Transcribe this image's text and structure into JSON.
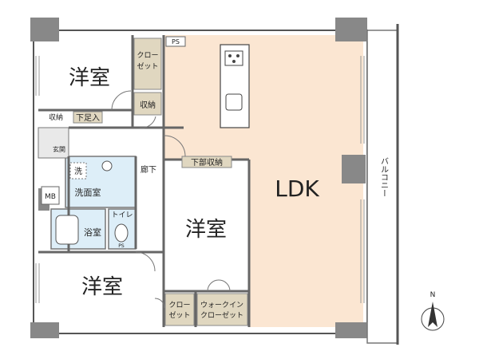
{
  "rooms": {
    "western_room_top": "洋室",
    "western_room_center": "洋室",
    "western_room_bottom": "洋室",
    "ldk": "LDK",
    "washroom": "洗面室",
    "bathroom": "浴室",
    "toilet": "トイレ",
    "corridor": "廊下",
    "entrance": "玄関"
  },
  "storage": {
    "closet_top_line1": "クロー",
    "closet_top_line2": "ゼット",
    "storage_right": "収納",
    "storage_left": "収納",
    "shoe_box": "下足入",
    "under_storage": "下部収納",
    "closet_bottom_line1": "クロー",
    "closet_bottom_line2": "ゼット",
    "walkin_line1": "ウォークイン",
    "walkin_line2": "クローゼット"
  },
  "fixtures": {
    "ps_top": "PS",
    "ps_small": "PS",
    "mb": "MB",
    "washer": "洗"
  },
  "balcony": {
    "label": "バルコニー"
  },
  "compass": {
    "north": "N"
  },
  "colors": {
    "ldk_floor": "#fbe6d2",
    "room_floor": "#ffffff",
    "wet_floor": "#ddeef8",
    "storage_fill": "#e0d7c0",
    "wall": "#666666",
    "pillar": "#888888"
  }
}
